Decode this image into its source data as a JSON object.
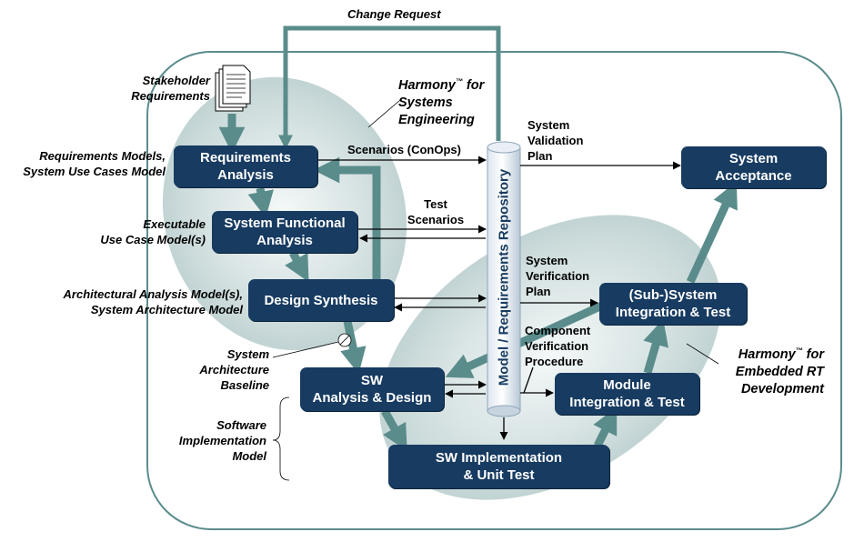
{
  "colors": {
    "box": "#173b61",
    "arrow_big": "#5b8c8c",
    "ellipse": "#c9d8d8",
    "arrow_thin": "#000000"
  },
  "labels": {
    "change_request": "Change Request",
    "stakeholder": "Stakeholder\nRequirements",
    "harmony_se_brand": "Harmony",
    "harmony_se_rest": " for\nSystems\nEngineering",
    "req_models": "Requirements Models,\nSystem Use Cases Model",
    "exec_uc": "Executable\nUse Case Model(s)",
    "arch_models": "Architectural Analysis Model(s),\nSystem Architecture Model",
    "sys_arch_baseline": "System\nArchitecture\nBaseline",
    "sw_impl_model": "Software\nImplementation\nModel",
    "scenarios": "Scenarios (ConOps)",
    "test_scenarios": "Test\nScenarios",
    "sys_val_plan": "System\nValidation\nPlan",
    "sys_ver_plan": "System\nVerification\nPlan",
    "comp_ver": "Component\nVerification\nProcedure",
    "harmony_ert_brand": "Harmony",
    "harmony_ert_rest": " for\nEmbedded RT\nDevelopment",
    "repository": "Model / Requirements Repository",
    "tm": "™"
  },
  "boxes": {
    "req_analysis": "Requirements\nAnalysis",
    "sys_func": "System Functional\nAnalysis",
    "design_synth": "Design Synthesis",
    "sw_analysis": "SW\nAnalysis & Design",
    "sw_impl": "SW Implementation\n& Unit Test",
    "module_int": "Module\nIntegration & Test",
    "subsys_int": "(Sub-)System\nIntegration & Test",
    "sys_accept": "System\nAcceptance"
  }
}
